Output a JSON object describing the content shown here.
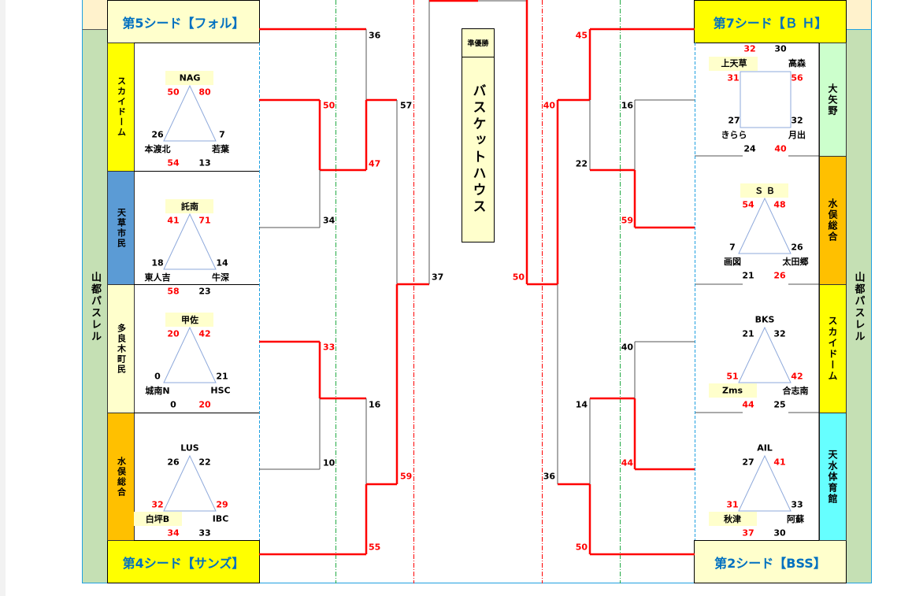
{
  "side_label": "山都パスレル",
  "colors": {
    "win": "#ff0000",
    "seed_text": "#0070c0",
    "yellow": "#ffff00",
    "light_yellow": "#ffffcc",
    "blue": "#5b9bd5",
    "orange": "#ffc000",
    "light_green": "#ccffcc",
    "cyan": "#66ffff"
  },
  "seeds": {
    "left_top": {
      "label": "第5シード【フォル】",
      "color": "#ffffcc"
    },
    "left_bottom": {
      "label": "第4シード【サンズ】",
      "color": "#ffff00"
    },
    "right_top": {
      "label": "第7シード【Ｂ Ｈ】",
      "color": "#ffff00"
    },
    "right_bottom": {
      "label": "第2シード【BSS】",
      "color": "#ffffcc"
    }
  },
  "final": {
    "title": "準優勝",
    "team": "バスケットハウス"
  },
  "left_groups": [
    {
      "venue": "スカイドーム",
      "venue_color": "#ffff00",
      "boxed": "top",
      "teams": {
        "top": "NAG",
        "left": "本渡北",
        "right": "若葉"
      },
      "scores": {
        "tl": {
          "v": "50",
          "win": true
        },
        "tr": {
          "v": "80",
          "win": true
        },
        "sl": {
          "v": "26",
          "win": false
        },
        "sr": {
          "v": "7",
          "win": false
        },
        "bl": {
          "v": "54",
          "win": true
        },
        "br": {
          "v": "13",
          "win": false
        }
      }
    },
    {
      "venue": "天草市民",
      "venue_color": "#5b9bd5",
      "boxed": "top",
      "teams": {
        "top": "託南",
        "left": "東人吉",
        "right": "牛深"
      },
      "scores": {
        "tl": {
          "v": "41",
          "win": true
        },
        "tr": {
          "v": "71",
          "win": true
        },
        "sl": {
          "v": "18",
          "win": false
        },
        "sr": {
          "v": "14",
          "win": false
        },
        "bl": {
          "v": "58",
          "win": true
        },
        "br": {
          "v": "23",
          "win": false
        }
      }
    },
    {
      "venue": "多良木町民",
      "venue_color": "#ffffcc",
      "boxed": "top",
      "teams": {
        "top": "甲佐",
        "left": "城南N",
        "right": "HSC"
      },
      "scores": {
        "tl": {
          "v": "20",
          "win": true
        },
        "tr": {
          "v": "42",
          "win": true
        },
        "sl": {
          "v": "0",
          "win": false
        },
        "sr": {
          "v": "21",
          "win": false
        },
        "bl": {
          "v": "0",
          "win": false
        },
        "br": {
          "v": "20",
          "win": true
        }
      }
    },
    {
      "venue": "水俣総合",
      "venue_color": "#ffc000",
      "boxed": "left",
      "teams": {
        "top": "LUS",
        "left": "白坪B",
        "right": "IBC"
      },
      "scores": {
        "tl": {
          "v": "26",
          "win": false
        },
        "tr": {
          "v": "22",
          "win": false
        },
        "sl": {
          "v": "32",
          "win": true
        },
        "sr": {
          "v": "29",
          "win": true
        },
        "bl": {
          "v": "34",
          "win": true
        },
        "br": {
          "v": "33",
          "win": false
        }
      }
    }
  ],
  "right_groups": [
    {
      "venue": "大矢野",
      "venue_color": "#ccffcc",
      "shape": "square",
      "teams": {
        "tl": "上天草",
        "tr": "高森",
        "bl": "きらら",
        "br": "月出"
      },
      "scores": {
        "top_l": {
          "v": "32",
          "win": true
        },
        "top_r": {
          "v": "30",
          "win": false
        },
        "ul": {
          "v": "31",
          "win": true
        },
        "ur": {
          "v": "56",
          "win": true
        },
        "ll": {
          "v": "27",
          "win": false
        },
        "lr": {
          "v": "32",
          "win": false
        },
        "bot_l": {
          "v": "24",
          "win": false
        },
        "bot_r": {
          "v": "40",
          "win": true
        }
      }
    },
    {
      "venue": "水俣総合",
      "venue_color": "#ffc000",
      "boxed": "top",
      "teams": {
        "top": "Ｓ Ｂ",
        "left": "画図",
        "right": "太田郷"
      },
      "scores": {
        "tl": {
          "v": "54",
          "win": true
        },
        "tr": {
          "v": "48",
          "win": true
        },
        "sl": {
          "v": "7",
          "win": false
        },
        "sr": {
          "v": "26",
          "win": false
        },
        "bl": {
          "v": "21",
          "win": false
        },
        "br": {
          "v": "26",
          "win": true
        }
      }
    },
    {
      "venue": "スカイドーム",
      "venue_color": "#ffff00",
      "boxed": "left",
      "teams": {
        "top": "BKS",
        "left": "Zms",
        "right": "合志南"
      },
      "scores": {
        "tl": {
          "v": "21",
          "win": false
        },
        "tr": {
          "v": "32",
          "win": false
        },
        "sl": {
          "v": "51",
          "win": true
        },
        "sr": {
          "v": "42",
          "win": true
        },
        "bl": {
          "v": "44",
          "win": true
        },
        "br": {
          "v": "25",
          "win": false
        }
      }
    },
    {
      "venue": "天水体育館",
      "venue_color": "#66ffff",
      "boxed": "left",
      "teams": {
        "top": "AIL",
        "left": "秋津",
        "right": "阿蘇"
      },
      "scores": {
        "tl": {
          "v": "27",
          "win": false
        },
        "tr": {
          "v": "41",
          "win": true
        },
        "sl": {
          "v": "31",
          "win": true
        },
        "sr": {
          "v": "33",
          "win": false
        },
        "bl": {
          "v": "37",
          "win": true
        },
        "br": {
          "v": "30",
          "win": false
        }
      }
    }
  ],
  "bracket_scores": {
    "left": [
      {
        "v": "36",
        "win": false
      },
      {
        "v": "50",
        "win": true
      },
      {
        "v": "47",
        "win": true
      },
      {
        "v": "34",
        "win": false
      },
      {
        "v": "57",
        "win": false
      },
      {
        "v": "33",
        "win": true
      },
      {
        "v": "10",
        "win": false
      },
      {
        "v": "16",
        "win": false
      },
      {
        "v": "55",
        "win": true
      },
      {
        "v": "59",
        "win": true
      },
      {
        "v": "37",
        "win": false
      }
    ],
    "right": [
      {
        "v": "50",
        "win": true
      },
      {
        "v": "40",
        "win": true
      },
      {
        "v": "45",
        "win": true
      },
      {
        "v": "22",
        "win": false
      },
      {
        "v": "16",
        "win": false
      },
      {
        "v": "59",
        "win": true
      },
      {
        "v": "36",
        "win": false
      },
      {
        "v": "14",
        "win": false
      },
      {
        "v": "40",
        "win": false
      },
      {
        "v": "44",
        "win": true
      },
      {
        "v": "50",
        "win": true
      }
    ]
  }
}
